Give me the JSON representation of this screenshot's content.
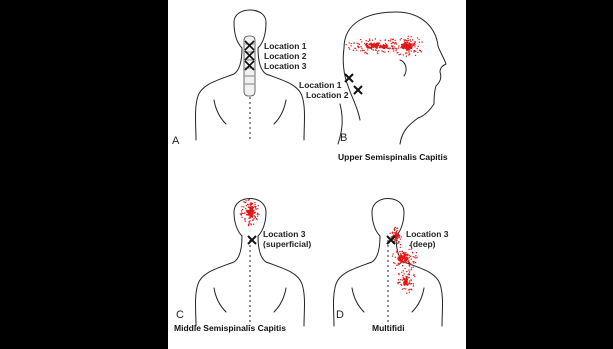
{
  "panels": {
    "a": {
      "letter": "A",
      "labels": [
        "Location 1",
        "Location 2",
        "Location 3"
      ],
      "caption": ""
    },
    "b": {
      "letter": "B",
      "labels": [
        "Location 1",
        "Location 2"
      ],
      "caption": "Upper Semispinalis Capitis"
    },
    "c": {
      "letter": "C",
      "labels": [
        "Location 3",
        "(superficial)"
      ],
      "caption": "Middle Semispinalis Capitis"
    },
    "d": {
      "letter": "D",
      "labels": [
        "Location 3",
        "(deep)"
      ],
      "caption": "Multifidi"
    }
  },
  "colors": {
    "background": "#000000",
    "panel": "#ffffff",
    "referral_dots": "#e01818",
    "outline": "#222222"
  }
}
